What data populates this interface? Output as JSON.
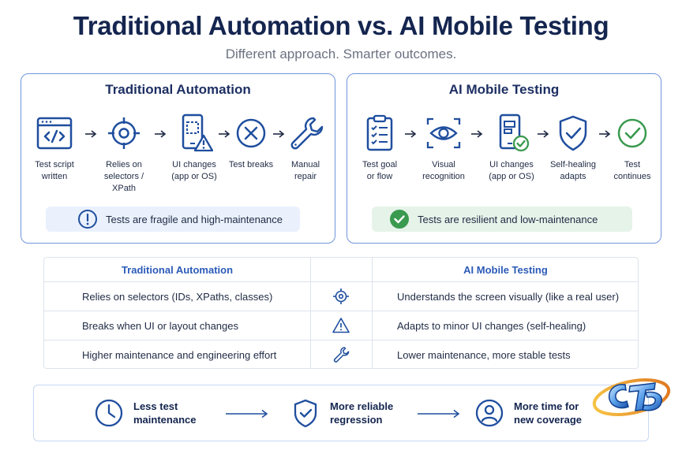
{
  "header": {
    "title": "Traditional Automation vs. AI Mobile Testing",
    "subtitle": "Different approach. Smarter outcomes."
  },
  "traditional_panel": {
    "title": "Traditional Automation",
    "steps": [
      {
        "icon": "code-window-icon",
        "line1": "Test script",
        "line2": "written"
      },
      {
        "icon": "crosshair-icon",
        "line1": "Relies on",
        "line2": "selectors / XPath"
      },
      {
        "icon": "phone-warning-icon",
        "line1": "UI changes",
        "line2": "(app or OS)"
      },
      {
        "icon": "x-circle-icon",
        "line1": "Test breaks",
        "line2": ""
      },
      {
        "icon": "wrench-icon",
        "line1": "Manual",
        "line2": "repair"
      }
    ],
    "callout": {
      "icon": "exclamation-circle-icon",
      "text": "Tests are fragile and high-maintenance"
    }
  },
  "ai_panel": {
    "title": "AI Mobile Testing",
    "steps": [
      {
        "icon": "clipboard-checklist-icon",
        "line1": "Test goal",
        "line2": "or flow"
      },
      {
        "icon": "eye-scan-icon",
        "line1": "Visual",
        "line2": "recognition"
      },
      {
        "icon": "phone-check-icon",
        "line1": "UI changes",
        "line2": "(app or OS)"
      },
      {
        "icon": "shield-check-icon",
        "line1": "Self-healing",
        "line2": "adapts"
      },
      {
        "icon": "check-circle-icon",
        "line1": "Test",
        "line2": "continues"
      }
    ],
    "callout": {
      "icon": "check-badge-icon",
      "text": "Tests are resilient and low-maintenance"
    }
  },
  "comparison_table": {
    "headers": {
      "left": "Traditional Automation",
      "right": "AI Mobile Testing"
    },
    "rows": [
      {
        "traditional": "Relies on selectors (IDs, XPaths, classes)",
        "icon": "crosshair-icon",
        "ai": "Understands the screen visually (like a real user)"
      },
      {
        "traditional": "Breaks when UI or layout changes",
        "icon": "warning-triangle-icon",
        "ai": "Adapts to minor UI changes (self-healing)"
      },
      {
        "traditional": "Higher maintenance and engineering effort",
        "icon": "wrench-icon",
        "ai": "Lower maintenance, more stable tests"
      }
    ]
  },
  "benefits": [
    {
      "icon": "clock-icon",
      "line1": "Less test",
      "line2": "maintenance"
    },
    {
      "icon": "shield-check-icon",
      "line1": "More reliable",
      "line2": "regression"
    },
    {
      "icon": "user-circle-icon",
      "line1": "More time for",
      "line2": "new coverage"
    }
  ],
  "colors": {
    "title": "#14254f",
    "panel_border": "#6f95dc",
    "icon_blue": "#1f4e9e",
    "warning_orange": "#e8a33d",
    "success_green": "#3a9a4f",
    "table_header_blue": "#2c5bb8",
    "callout_blue_bg": "#eaf1fd",
    "callout_green_bg": "#e6f3e9"
  }
}
